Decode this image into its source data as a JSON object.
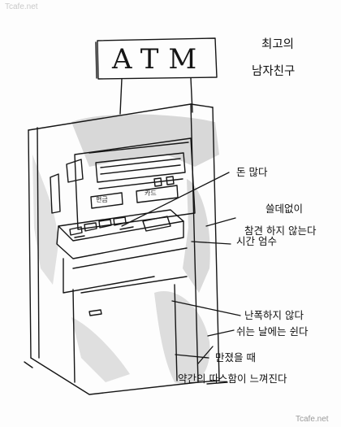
{
  "watermark_top": "Tcafe.net",
  "watermark_bottom": "Tcafe.net",
  "title": {
    "line1": "최고의",
    "line2": "남자친구"
  },
  "sign": {
    "text": "ATM"
  },
  "machine_labels": {
    "cash_button": "현금",
    "card_button": "카드"
  },
  "annotations": [
    "돈 많다",
    "쓸데없이",
    "참견 하지 않는다",
    "시간 엄수",
    "난폭하지 않다",
    "쉬는 날에는 쉰다",
    "만졌을 때",
    "약간의 따스함이 느껴진다"
  ],
  "colors": {
    "ink": "#151515",
    "shadow": "#d2d2d2",
    "paper": "#fdfdfd"
  }
}
